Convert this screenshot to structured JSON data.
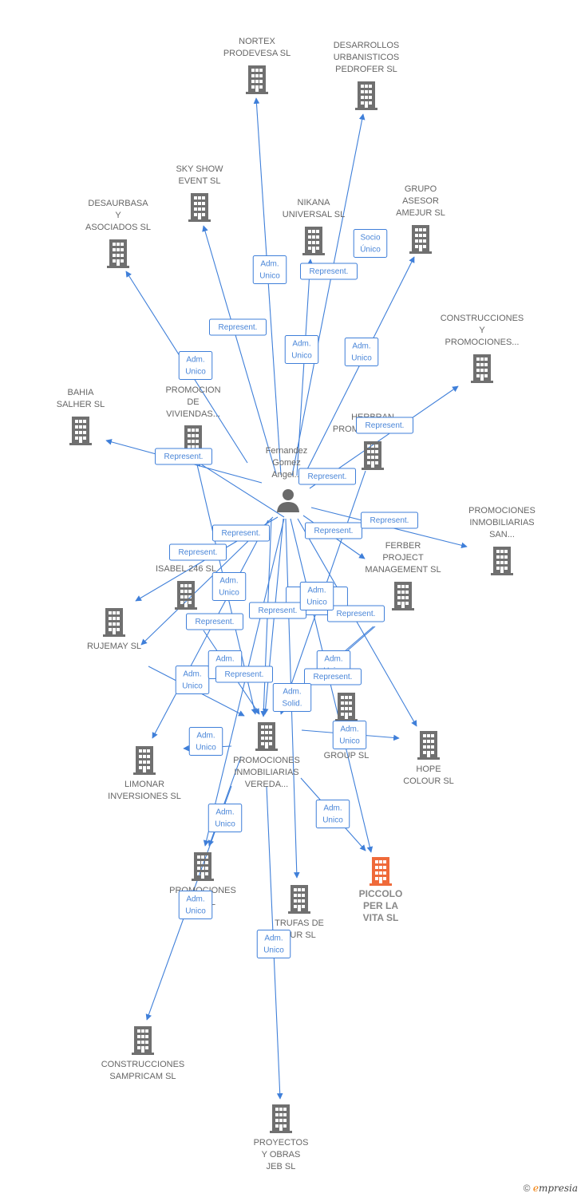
{
  "colors": {
    "edge": "#3f7fd9",
    "building": "#707070",
    "focus": "#ef6a3a",
    "person": "#6a6a6a"
  },
  "person": {
    "name_lines": [
      "Fernandez",
      "Gomez",
      "Angel..."
    ]
  },
  "nodes": [
    {
      "id": "nortex",
      "lines": [
        "NORTEX",
        "PRODEVESA SL"
      ]
    },
    {
      "id": "pedrofer",
      "lines": [
        "DESARROLLOS",
        "URBANISTICOS",
        "PEDROFER SL"
      ]
    },
    {
      "id": "skyshow",
      "lines": [
        "SKY SHOW",
        "EVENT SL"
      ]
    },
    {
      "id": "desaurbasa",
      "lines": [
        "DESAURBASA",
        "Y",
        "ASOCIADOS SL"
      ]
    },
    {
      "id": "nikana",
      "lines": [
        "NIKANA",
        "UNIVERSAL SL"
      ]
    },
    {
      "id": "amejur",
      "lines": [
        "GRUPO",
        "ASESOR",
        "AMEJUR SL"
      ]
    },
    {
      "id": "construcciones_promo",
      "lines": [
        "CONSTRUCCIONES",
        "Y",
        "PROMOCIONES..."
      ]
    },
    {
      "id": "bahia",
      "lines": [
        "BAHIA",
        "SALHER SL"
      ]
    },
    {
      "id": "promo_viviendas",
      "lines": [
        "PROMOCION",
        "DE",
        "VIVIENDAS..."
      ]
    },
    {
      "id": "herbran",
      "lines": [
        "HERBRAN",
        "PROMOCIONES SL"
      ]
    },
    {
      "id": "promo_inmob_san",
      "lines": [
        "PROMOCIONES",
        "INMOBILIARIAS",
        "SAN..."
      ]
    },
    {
      "id": "ferber",
      "lines": [
        "FERBER",
        "PROJECT",
        "MANAGEMENT SL"
      ]
    },
    {
      "id": "santa_isabel",
      "lines": [
        "SANTA",
        "ISABEL 246 SL"
      ]
    },
    {
      "id": "rujemay",
      "lines": [
        "RUJEMAY SL"
      ]
    },
    {
      "id": "bu_group",
      "lines": [
        "BU...",
        "GROUP SL"
      ]
    },
    {
      "id": "hope",
      "lines": [
        "HOPE",
        "COLOUR SL"
      ]
    },
    {
      "id": "limonar",
      "lines": [
        "LIMONAR",
        "INVERSIONES SL"
      ]
    },
    {
      "id": "vereda",
      "lines": [
        "PROMOCIONES",
        "INMOBILIARIAS",
        "VEREDA..."
      ]
    },
    {
      "id": "piccolo",
      "lines": [
        "PICCOLO",
        "PER LA",
        "VITA SL"
      ],
      "focus": true
    },
    {
      "id": "promociones_v",
      "lines": [
        "PROMOCIONES",
        "V... SL"
      ]
    },
    {
      "id": "trufas",
      "lines": [
        "TRUFAS DE",
        "...UR SL"
      ]
    },
    {
      "id": "sampricam",
      "lines": [
        "CONSTRUCCIONES",
        "SAMPRICAM SL"
      ]
    },
    {
      "id": "jeb",
      "lines": [
        "PROYECTOS",
        "Y OBRAS",
        "JEB SL"
      ]
    }
  ],
  "edge_labels": [
    {
      "id": "e1",
      "lines": [
        "Adm.",
        "Unico"
      ]
    },
    {
      "id": "e2",
      "lines": [
        "Represent."
      ]
    },
    {
      "id": "e3",
      "lines": [
        "Socio",
        "Único"
      ]
    },
    {
      "id": "e4",
      "lines": [
        "Represent."
      ]
    },
    {
      "id": "e5",
      "lines": [
        "Adm.",
        "Unico"
      ]
    },
    {
      "id": "e6",
      "lines": [
        "Adm.",
        "Unico"
      ]
    },
    {
      "id": "e7",
      "lines": [
        "Adm.",
        "Unico"
      ]
    },
    {
      "id": "e8",
      "lines": [
        "Represent."
      ]
    },
    {
      "id": "e9",
      "lines": [
        "Represent."
      ]
    },
    {
      "id": "e10",
      "lines": [
        "Represent."
      ]
    },
    {
      "id": "e11",
      "lines": [
        "Represent."
      ]
    },
    {
      "id": "e12",
      "lines": [
        "Represent."
      ]
    },
    {
      "id": "e13",
      "lines": [
        "Represent."
      ]
    },
    {
      "id": "e14",
      "lines": [
        "Represent."
      ]
    },
    {
      "id": "e15",
      "lines": [
        "Adm.",
        "Unico"
      ]
    },
    {
      "id": "e16",
      "lines": [
        "Adm.",
        "Mancom.,..."
      ]
    },
    {
      "id": "e17",
      "lines": [
        "Represent."
      ]
    },
    {
      "id": "e18",
      "lines": [
        "Represent."
      ]
    },
    {
      "id": "e19",
      "lines": [
        "Represent."
      ]
    },
    {
      "id": "e20",
      "lines": [
        "Adm.",
        "Unico"
      ]
    },
    {
      "id": "e21",
      "lines": [
        "Adm.",
        "Unico"
      ]
    },
    {
      "id": "e22",
      "lines": [
        "Represent."
      ]
    },
    {
      "id": "e23",
      "lines": [
        "Adm.",
        "Unico"
      ]
    },
    {
      "id": "e24",
      "lines": [
        "Represent."
      ]
    },
    {
      "id": "e25",
      "lines": [
        "Adm.",
        "Solid."
      ]
    },
    {
      "id": "e26",
      "lines": [
        "Adm.",
        "Unico"
      ]
    },
    {
      "id": "e27",
      "lines": [
        "Adm.",
        "Unico"
      ]
    },
    {
      "id": "e28",
      "lines": [
        "Adm.",
        "Unico"
      ]
    },
    {
      "id": "e29",
      "lines": [
        "Adm.",
        "Unico"
      ]
    },
    {
      "id": "e30",
      "lines": [
        "Adm.",
        "Unico"
      ]
    },
    {
      "id": "e31",
      "lines": [
        "Adm.",
        "Unico"
      ]
    },
    {
      "id": "e32",
      "lines": [
        "Adm.",
        "Unico"
      ]
    }
  ],
  "credit": {
    "symbol": "©",
    "brand_initial": "e",
    "brand_rest": "mpresia"
  }
}
